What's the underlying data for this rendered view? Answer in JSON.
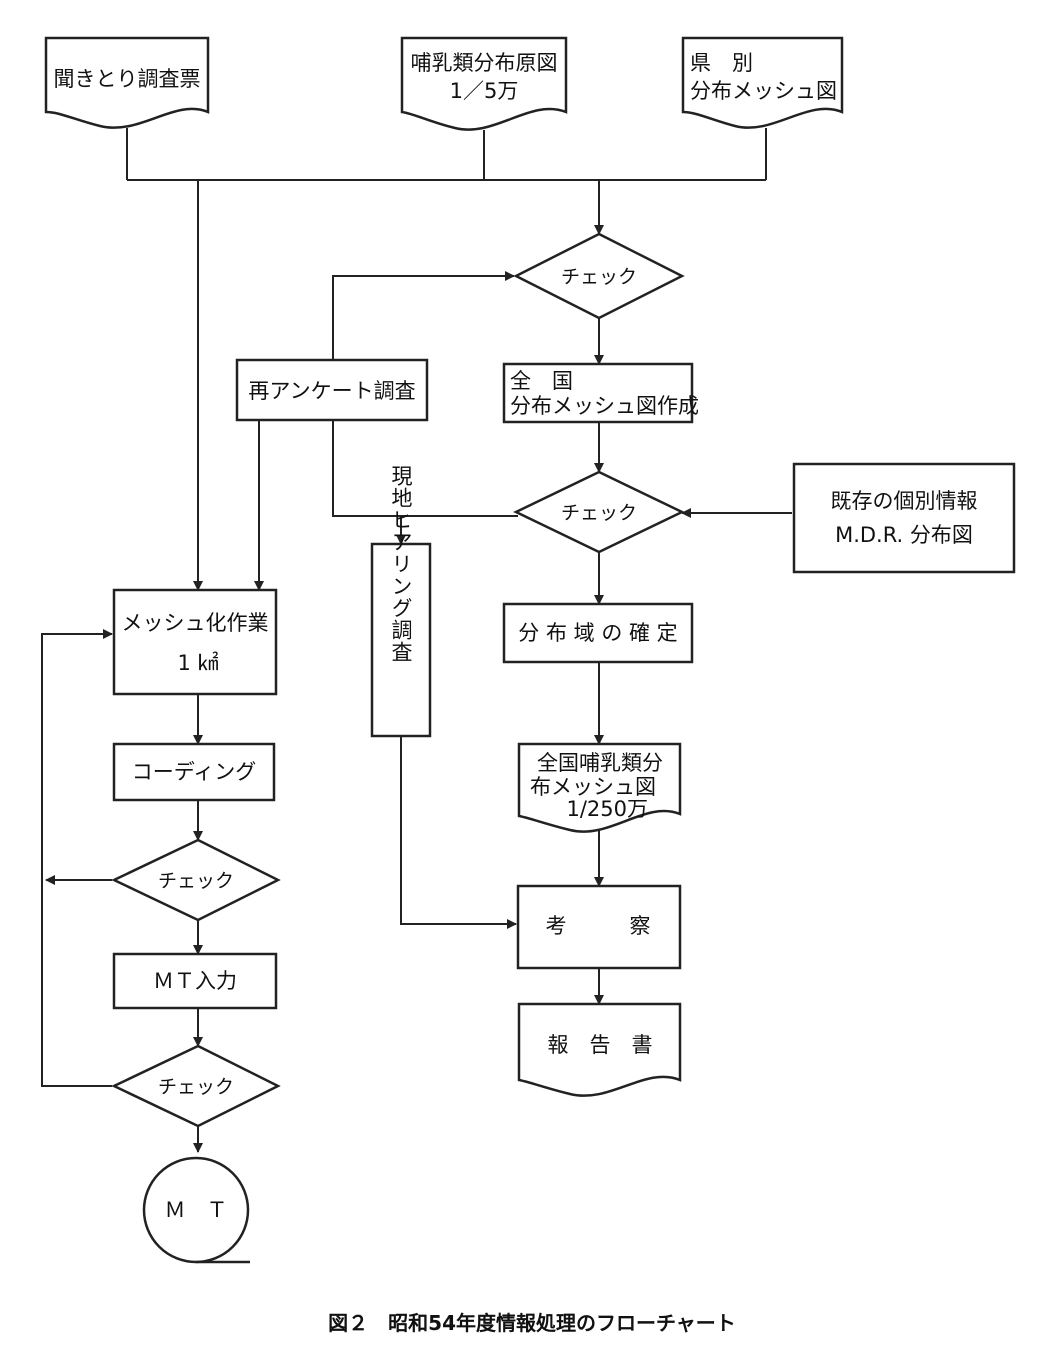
{
  "nodes": {
    "kikitori": "聞きとり調査票",
    "genzu_1": "哺乳類分布原図",
    "genzu_2": "1／5万",
    "kenbetsu_1": "県　別",
    "kenbetsu_2": "分布メッシュ図",
    "check_1": "チェック",
    "zenkoku_1": "全　国",
    "zenkoku_2": "分布メッシュ図作成",
    "re_enquete": "再アンケート調査",
    "check_2": "チェック",
    "kizon_1": "既存の個別情報",
    "kizon_2": "M.D.R. 分布図",
    "genchi": "現地ヒアリング調査",
    "meshuka_1": "メッシュ化作業",
    "meshuka_2": "1 ㎢",
    "bunpuiki": "分 布 域 の 確 定",
    "coding": "コーディング",
    "map_1": "全国哺乳類分",
    "map_2": "布メッシュ図",
    "map_3": "1/250万",
    "check_3": "チェック",
    "kousatsu": "考　　　察",
    "mt_input": "ＭＴ入力",
    "houkokusho": "報　告　書",
    "check_4": "チェック",
    "mt": "Ｍ　Ｔ"
  },
  "caption": "図２　昭和54年度情報処理のフローチャート"
}
